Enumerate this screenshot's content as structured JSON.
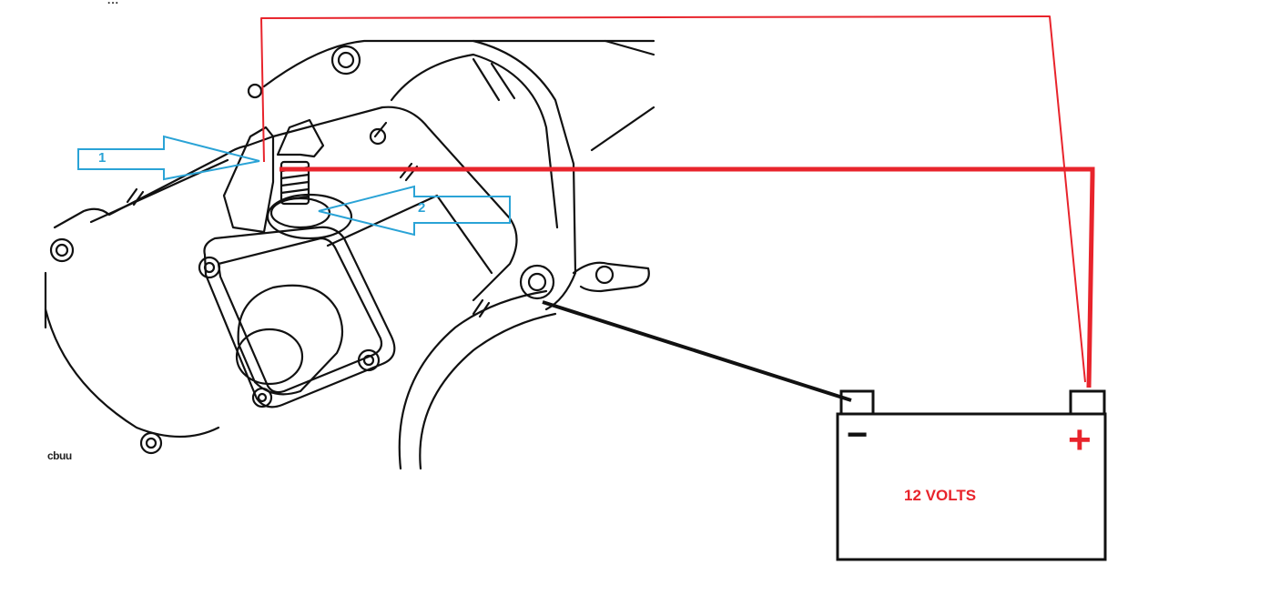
{
  "colors": {
    "wire_positive": "#e8242c",
    "wire_negative": "#111111",
    "arrow_outline": "#2aa3d6",
    "drawing": "#111111"
  },
  "labels": {
    "arrow_1": "1",
    "arrow_2": "2",
    "battery_voltage": "12 VOLTS",
    "battery_negative": "−",
    "battery_positive": "+",
    "drawing_tag": "cbuu",
    "top_caption": "..."
  }
}
